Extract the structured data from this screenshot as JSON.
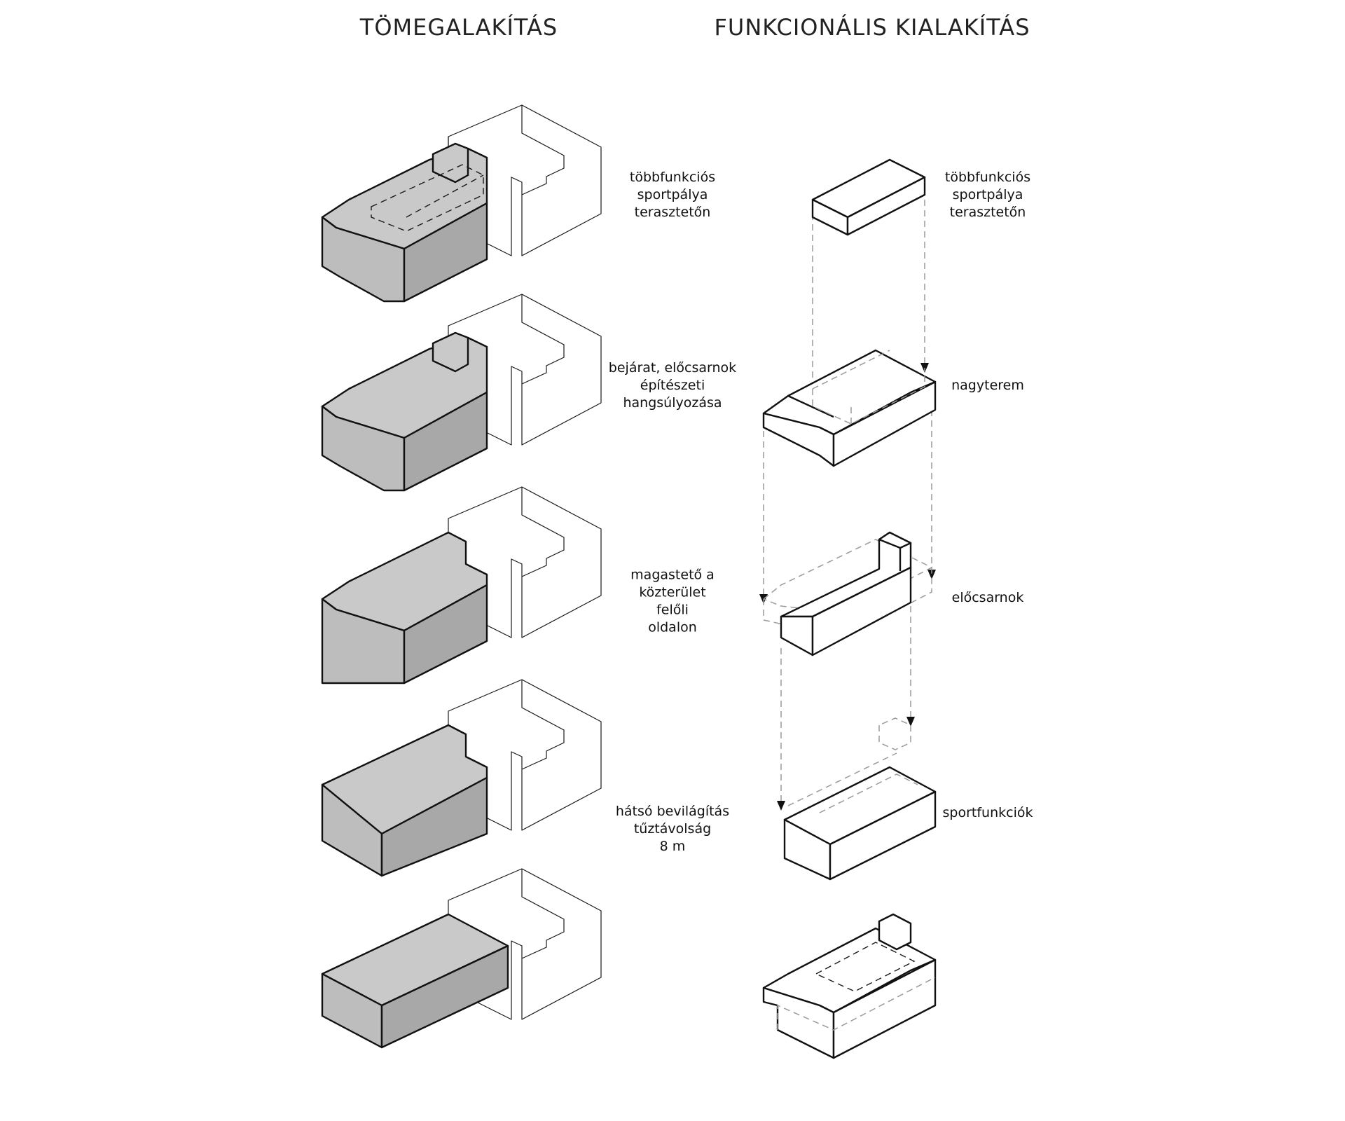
{
  "headings": {
    "left": "TÖMEGALAKÍTÁS",
    "right": "FUNKCIONÁLIS KIALAKÍTÁS"
  },
  "massing_steps": [
    {
      "lines": [
        "többfunkciós",
        "sportpálya",
        "terasztetőn"
      ]
    },
    {
      "lines": [
        "bejárat, előcsarnok",
        "építészeti",
        "hangsúlyozása"
      ]
    },
    {
      "lines": [
        "magastető a",
        "közterület",
        "felőli",
        "oldalon"
      ]
    },
    {
      "lines": [
        "hátsó bevilágítás",
        "tűztávolság",
        "8 m"
      ]
    },
    {
      "lines": []
    }
  ],
  "function_steps": [
    {
      "lines": [
        "többfunkciós",
        "sportpálya",
        "terasztetőn"
      ]
    },
    {
      "lines": [
        "nagyterem"
      ]
    },
    {
      "lines": [
        "előcsarnok"
      ]
    },
    {
      "lines": [
        "sportfunkciók"
      ]
    },
    {
      "lines": []
    }
  ],
  "colors": {
    "mass_fill": "#c4c4c4",
    "line": "#1a1a1a",
    "projection": "#9a9a9a"
  }
}
